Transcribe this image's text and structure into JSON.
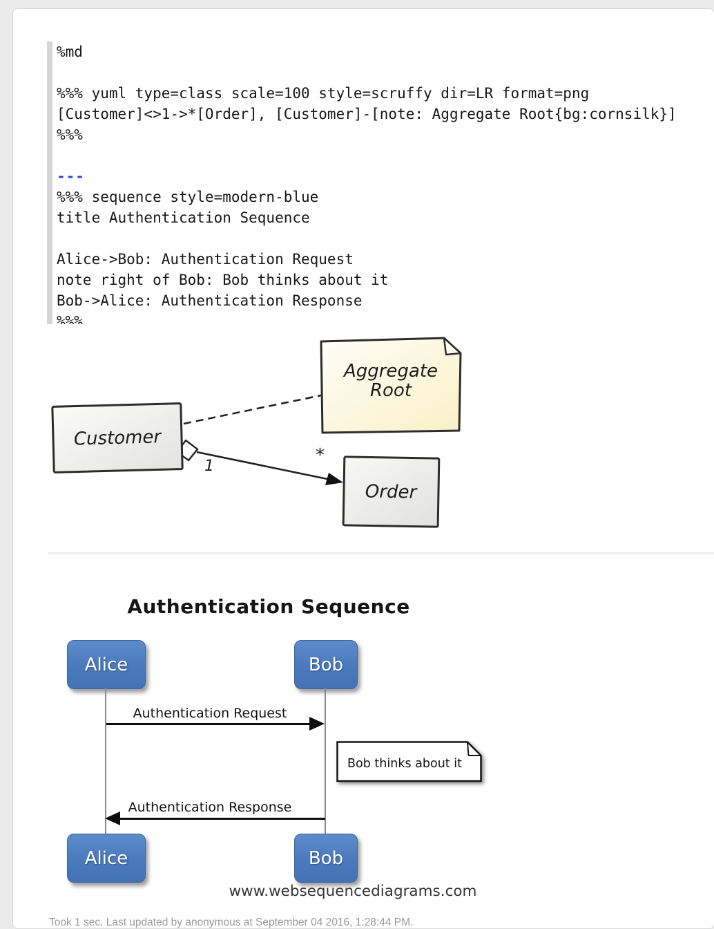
{
  "cell": {
    "code_lines": [
      "%md",
      "",
      "%%% yuml type=class scale=100 style=scruffy dir=LR format=png",
      "[Customer]<>1->*[Order], [Customer]-[note: Aggregate Root{bg:cornsilk}]",
      "%%%",
      "",
      "---",
      "%%% sequence style=modern-blue",
      "title Authentication Sequence",
      "",
      "Alice->Bob: Authentication Request",
      "note right of Bob: Bob thinks about it",
      "Bob->Alice: Authentication Response",
      "%%%"
    ]
  },
  "class_diagram": {
    "customer": "Customer",
    "order": "Order",
    "note_line1": "Aggregate",
    "note_line2": "Root",
    "mult_one": "1",
    "mult_many": "*"
  },
  "sequence": {
    "title": "Authentication Sequence",
    "actor_alice": "Alice",
    "actor_bob": "Bob",
    "msg_request": "Authentication Request",
    "msg_response": "Authentication Response",
    "note": "Bob thinks about it",
    "watermark": "www.websequencediagrams.com"
  },
  "colors": {
    "actor_blue": "#4b7cc0",
    "note_cream": "#fdf6d3",
    "markdown_rule_blue": "#2546de"
  },
  "footer": {
    "status": "Took 1 sec. Last updated by anonymous at September 04 2016, 1:28:44 PM."
  }
}
